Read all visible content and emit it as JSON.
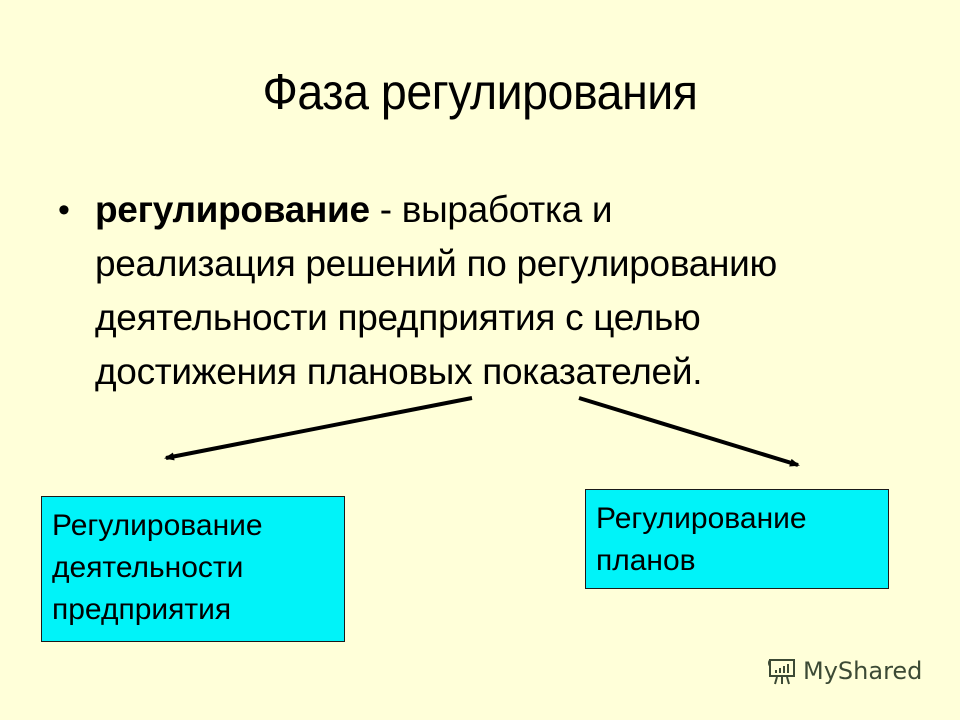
{
  "slide": {
    "title": "Фаза регулирования",
    "bullet": {
      "term": "регулирование",
      "rest": " - выработка и",
      "lines": [
        "реализация решений по регулированию",
        "деятельности предприятия с целью",
        "достижения плановых показателей."
      ]
    },
    "boxes": [
      {
        "lines": [
          "Регулирование",
          "деятельности",
          "предприятия"
        ]
      },
      {
        "lines": [
          "Регулирование",
          "планов"
        ]
      }
    ],
    "colors": {
      "background": "#FFFFD9",
      "box_fill": "#00F3F9",
      "text": "#000000"
    }
  },
  "watermark": {
    "icon": "presentation-board-icon",
    "text": "MyShared"
  }
}
